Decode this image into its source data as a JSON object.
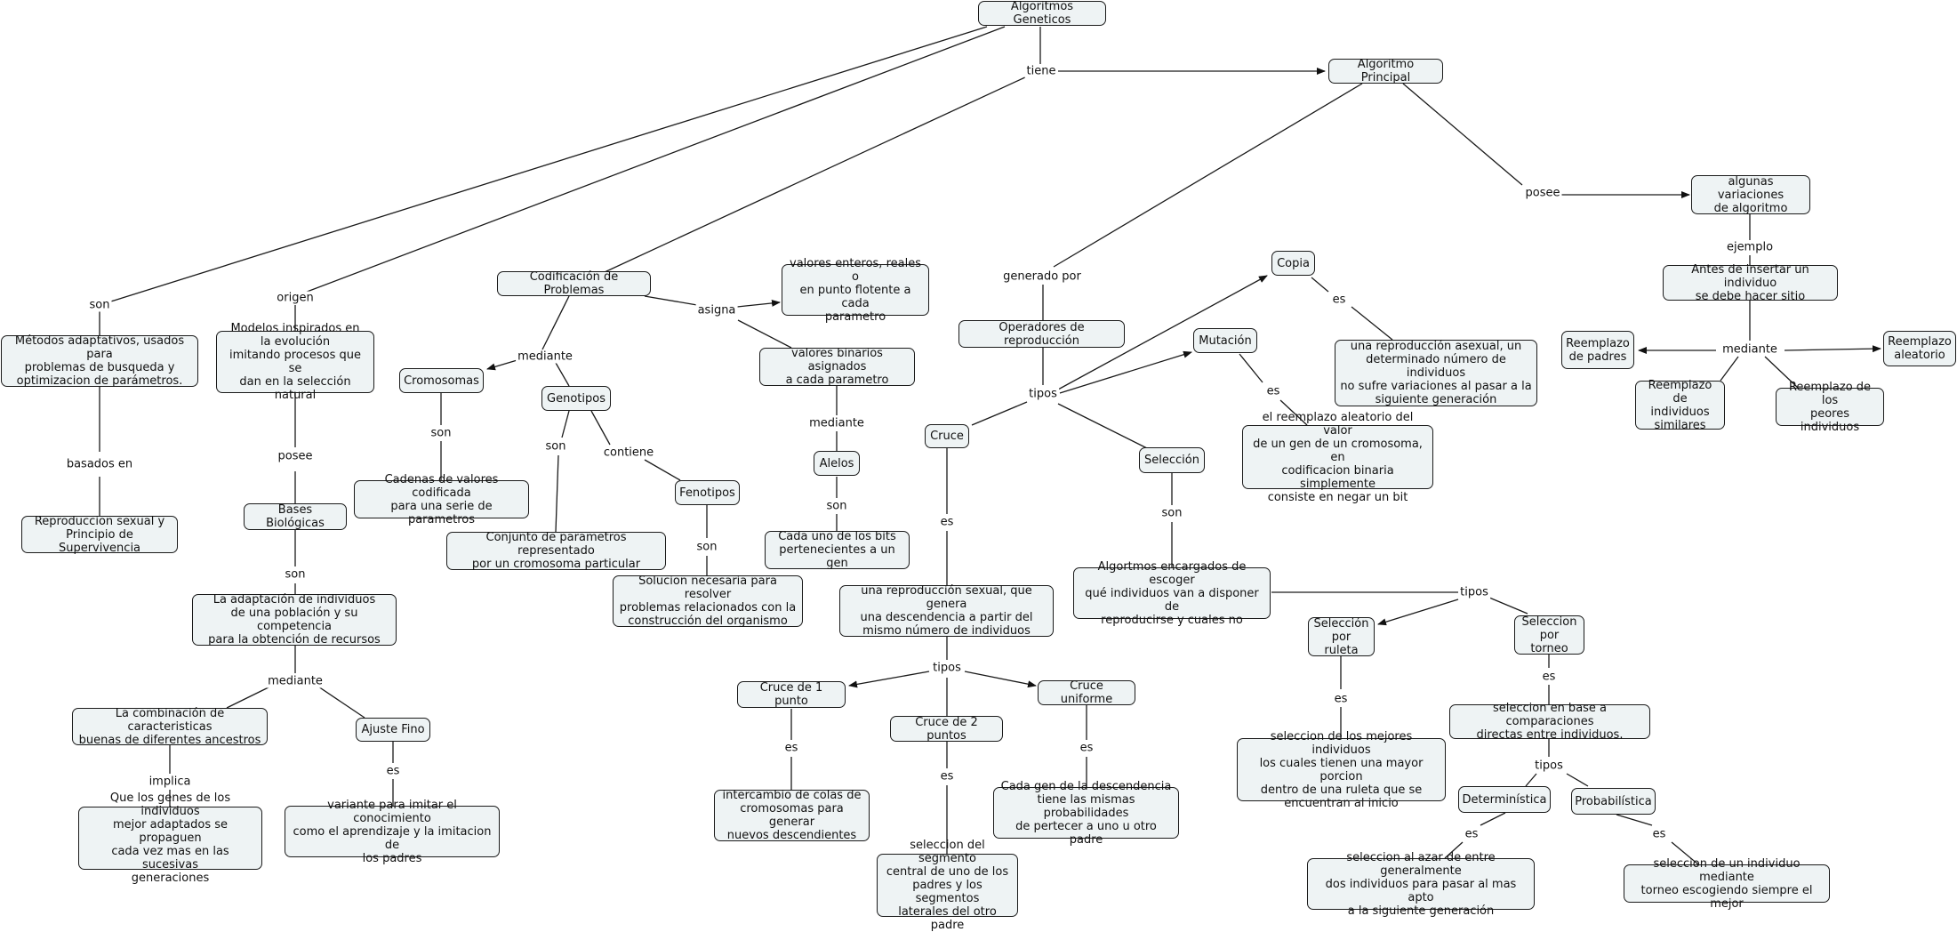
{
  "nodes": {
    "root": "Algoritmos Geneticos",
    "principal": "Algoritmo Principal",
    "metodos": "Métodos adaptativos, usados para\nproblemas de busqueda y\noptimizacion de parámetros.",
    "reproduccion": "Reproduccion sexual y\nPrincipio de Supervivencia",
    "modelos": "Modelos inspirados en\nla evolución\nimitando procesos que se\ndan en la selección natural",
    "bases": "Bases Biológicas",
    "adaptacion": "La adaptación de individuos\nde una población y su competencia\npara la obtención de recursos",
    "combinacion": "La combinación de caracteristicas\nbuenas de diferentes ancestros",
    "ajuste": "Ajuste Fino",
    "genes": "Que los genes de los individuos\nmejor adaptados se propaguen\ncada vez mas en las sucesivas\ngeneraciones",
    "variante": "variante para imitar el conocimiento\ncomo el aprendizaje y la imitacion de\nlos padres",
    "codificacion": "Codificación de Problemas",
    "cromosomas": "Cromosomas",
    "cadenas": "Cadenas de valores codificada\npara una serie de parametros",
    "genotipos": "Genotipos",
    "conjunto": "Conjunto de parametros representado\npor un cromosoma particular",
    "fenotipos": "Fenotipos",
    "solucion": "Solucion necesaria para resolver\nproblemas relacionados con la\nconstrucción del organismo",
    "valores_enteros": "valores enteros, reales o\nen punto flotente a cada\nparametro",
    "valores_binarios": "valores binarios asignados\na cada parametro",
    "alelos": "Alelos",
    "bits": "Cada uno de los bits\npertenecientes a un gen",
    "operadores": "Operadores de reproducción",
    "cruce": "Cruce",
    "repro_sexual": "una reproducción sexual, que genera\nuna descendencia a partir del\nmismo número de individuos",
    "cruce1": "Cruce de 1 punto",
    "cruce2": "Cruce de 2 puntos",
    "cruce_unif": "Cruce uniforme",
    "intercambio": "intercambio de colas de\ncromosomas para generar\nnuevos descendientes",
    "segmento": "seleccion del segmento\ncentral de uno de los\npadres y los segmentos\nlaterales del otro padre",
    "cada_gen": "Cada gen de la descendencia\ntiene las mismas probabilidades\nde pertecer a uno u otro padre",
    "copia": "Copia",
    "copia_desc": "una reproducción asexual, un\ndeterminado número de individuos\nno sufre variaciones al pasar a la\nsiguiente generación",
    "mutacion": "Mutación",
    "mutacion_desc": "el reemplazo aleatorio del valor\nde un gen de un cromosoma, en\ncodificacion binaria simplemente\nconsiste en negar un bit",
    "seleccion": "Selección",
    "algoritmos_esc": "Algortmos encargados de escoger\nqué individuos van a disponer de\nreproducirse y cuales no",
    "ruleta": "Selección\npor ruleta",
    "torneo": "Seleccion\npor torneo",
    "ruleta_desc": "seleccion de los mejores individuos\nlos cuales tienen una mayor porcion\ndentro de una ruleta que se\nencuentran al inicio",
    "torneo_desc": "seleccion en base a comparaciones\ndirectas entre individuos.",
    "determinista": "Determinística",
    "probabilista": "Probabilística",
    "det_desc": "seleccion al azar de entre generalmente\ndos individuos para pasar al mas apto\na la siguiente generación",
    "prob_desc": "seleccion de un individuo mediante\ntorneo escogiendo siempre el mejor",
    "variaciones": "algunas variaciones\nde algoritmo",
    "antes": "Antes de insertar un individuo\nse debe hacer sitio",
    "padres": "Reemplazo\nde padres",
    "similares": "Reemplazo de\nindividuos\nsimilares",
    "peores": "Reemplazo de los\npeores individuos",
    "aleatorio": "Reemplazo\naleatorio"
  },
  "links": {
    "tiene": "tiene",
    "son1": "son",
    "basados": "basados en",
    "origen": "origen",
    "posee1": "posee",
    "son2": "son",
    "mediante1": "mediante",
    "implica": "implica",
    "es1": "es",
    "mediante2": "mediante",
    "son3": "son",
    "son4": "son",
    "contiene": "contiene",
    "son5": "son",
    "asigna": "asigna",
    "mediante3": "mediante",
    "son6": "son",
    "generado": "generado por",
    "tipos1": "tipos",
    "es2": "es",
    "tipos2": "tipos",
    "es3": "es",
    "es4": "es",
    "es5": "es",
    "es6": "es",
    "es7": "es",
    "son7": "son",
    "tipos3": "tipos",
    "es8": "es",
    "es9": "es",
    "tipos4": "tipos",
    "es10": "es",
    "es11": "es",
    "posee2": "posee",
    "ejemplo": "ejemplo",
    "mediante4": "mediante"
  }
}
